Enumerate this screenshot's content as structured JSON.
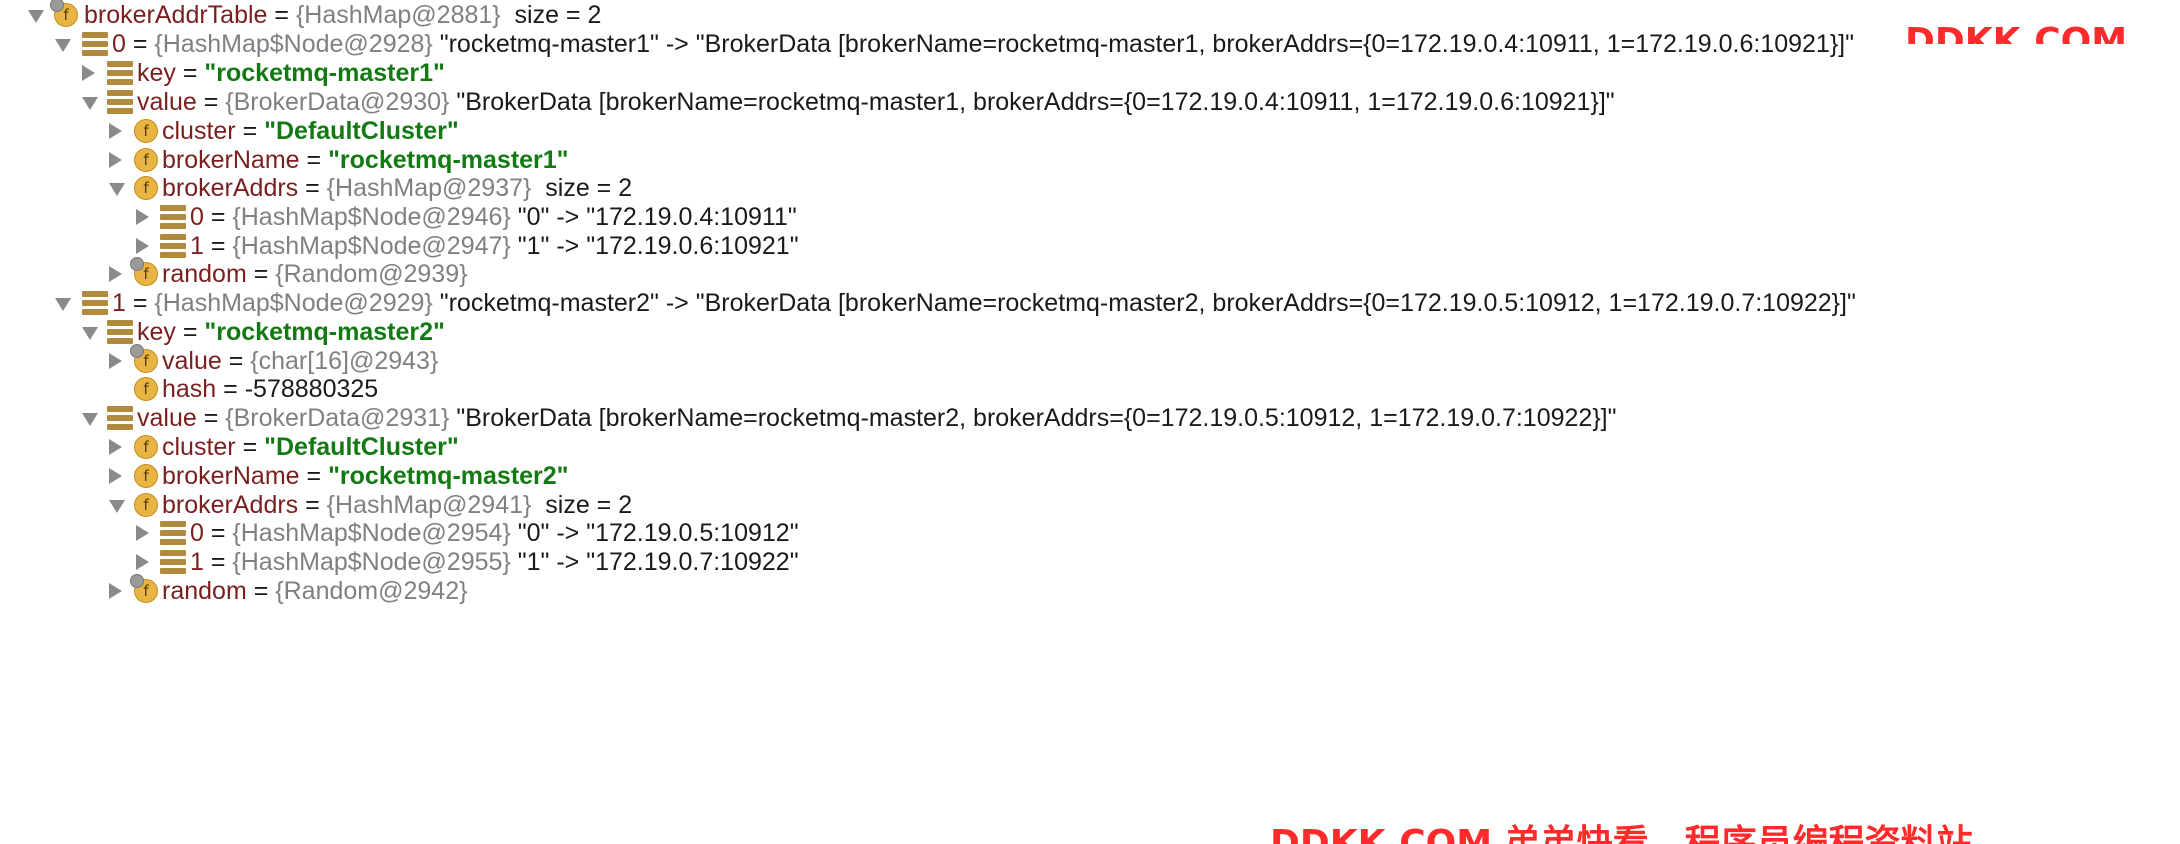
{
  "variables_tree": {
    "root": {
      "name": "brokerAddrTable",
      "ref": "{HashMap@2881}",
      "extra": "size = 2"
    },
    "e0": {
      "name": "0",
      "ref": "{HashMap$Node@2928}",
      "value": "\"rocketmq-master1\" -> \"BrokerData [brokerName=rocketmq-master1, brokerAddrs={0=172.19.0.4:10911, 1=172.19.0.6:10921}]\""
    },
    "e0_key": {
      "name": "key",
      "value": "\"rocketmq-master1\""
    },
    "e0_value": {
      "name": "value",
      "ref": "{BrokerData@2930}",
      "value": "\"BrokerData [brokerName=rocketmq-master1, brokerAddrs={0=172.19.0.4:10911, 1=172.19.0.6:10921}]\""
    },
    "e0_cluster": {
      "name": "cluster",
      "value": "\"DefaultCluster\""
    },
    "e0_brokerName": {
      "name": "brokerName",
      "value": "\"rocketmq-master1\""
    },
    "e0_brokerAddrs": {
      "name": "brokerAddrs",
      "ref": "{HashMap@2937}",
      "extra": "size = 2"
    },
    "e0_addr0": {
      "name": "0",
      "ref": "{HashMap$Node@2946}",
      "value": "\"0\" -> \"172.19.0.4:10911\""
    },
    "e0_addr1": {
      "name": "1",
      "ref": "{HashMap$Node@2947}",
      "value": "\"1\" -> \"172.19.0.6:10921\""
    },
    "e0_random": {
      "name": "random",
      "ref": "{Random@2939}"
    },
    "e1": {
      "name": "1",
      "ref": "{HashMap$Node@2929}",
      "value": "\"rocketmq-master2\" -> \"BrokerData [brokerName=rocketmq-master2, brokerAddrs={0=172.19.0.5:10912, 1=172.19.0.7:10922}]\""
    },
    "e1_key": {
      "name": "key",
      "value": "\"rocketmq-master2\""
    },
    "e1_key_value": {
      "name": "value",
      "ref": "{char[16]@2943}"
    },
    "e1_key_hash": {
      "name": "hash",
      "value": "-578880325"
    },
    "e1_value": {
      "name": "value",
      "ref": "{BrokerData@2931}",
      "value": "\"BrokerData [brokerName=rocketmq-master2, brokerAddrs={0=172.19.0.5:10912, 1=172.19.0.7:10922}]\""
    },
    "e1_cluster": {
      "name": "cluster",
      "value": "\"DefaultCluster\""
    },
    "e1_brokerName": {
      "name": "brokerName",
      "value": "\"rocketmq-master2\""
    },
    "e1_brokerAddrs": {
      "name": "brokerAddrs",
      "ref": "{HashMap@2941}",
      "extra": "size = 2"
    },
    "e1_addr0": {
      "name": "0",
      "ref": "{HashMap$Node@2954}",
      "value": "\"0\" -> \"172.19.0.5:10912\""
    },
    "e1_addr1": {
      "name": "1",
      "ref": "{HashMap$Node@2955}",
      "value": "\"1\" -> \"172.19.0.7:10922\""
    },
    "e1_random": {
      "name": "random",
      "ref": "{Random@2942}"
    }
  },
  "watermarks": {
    "top": "DDKK.COM",
    "bottom": "DDKK.COM 弟弟快看，程序员编程资料站"
  },
  "colors": {
    "field_name": "#7a1f1f",
    "reference": "#808080",
    "string_value": "#137a13",
    "watermark": "#ff2b2b",
    "field_icon": "#e8b443",
    "list_icon": "#b08a3e"
  }
}
